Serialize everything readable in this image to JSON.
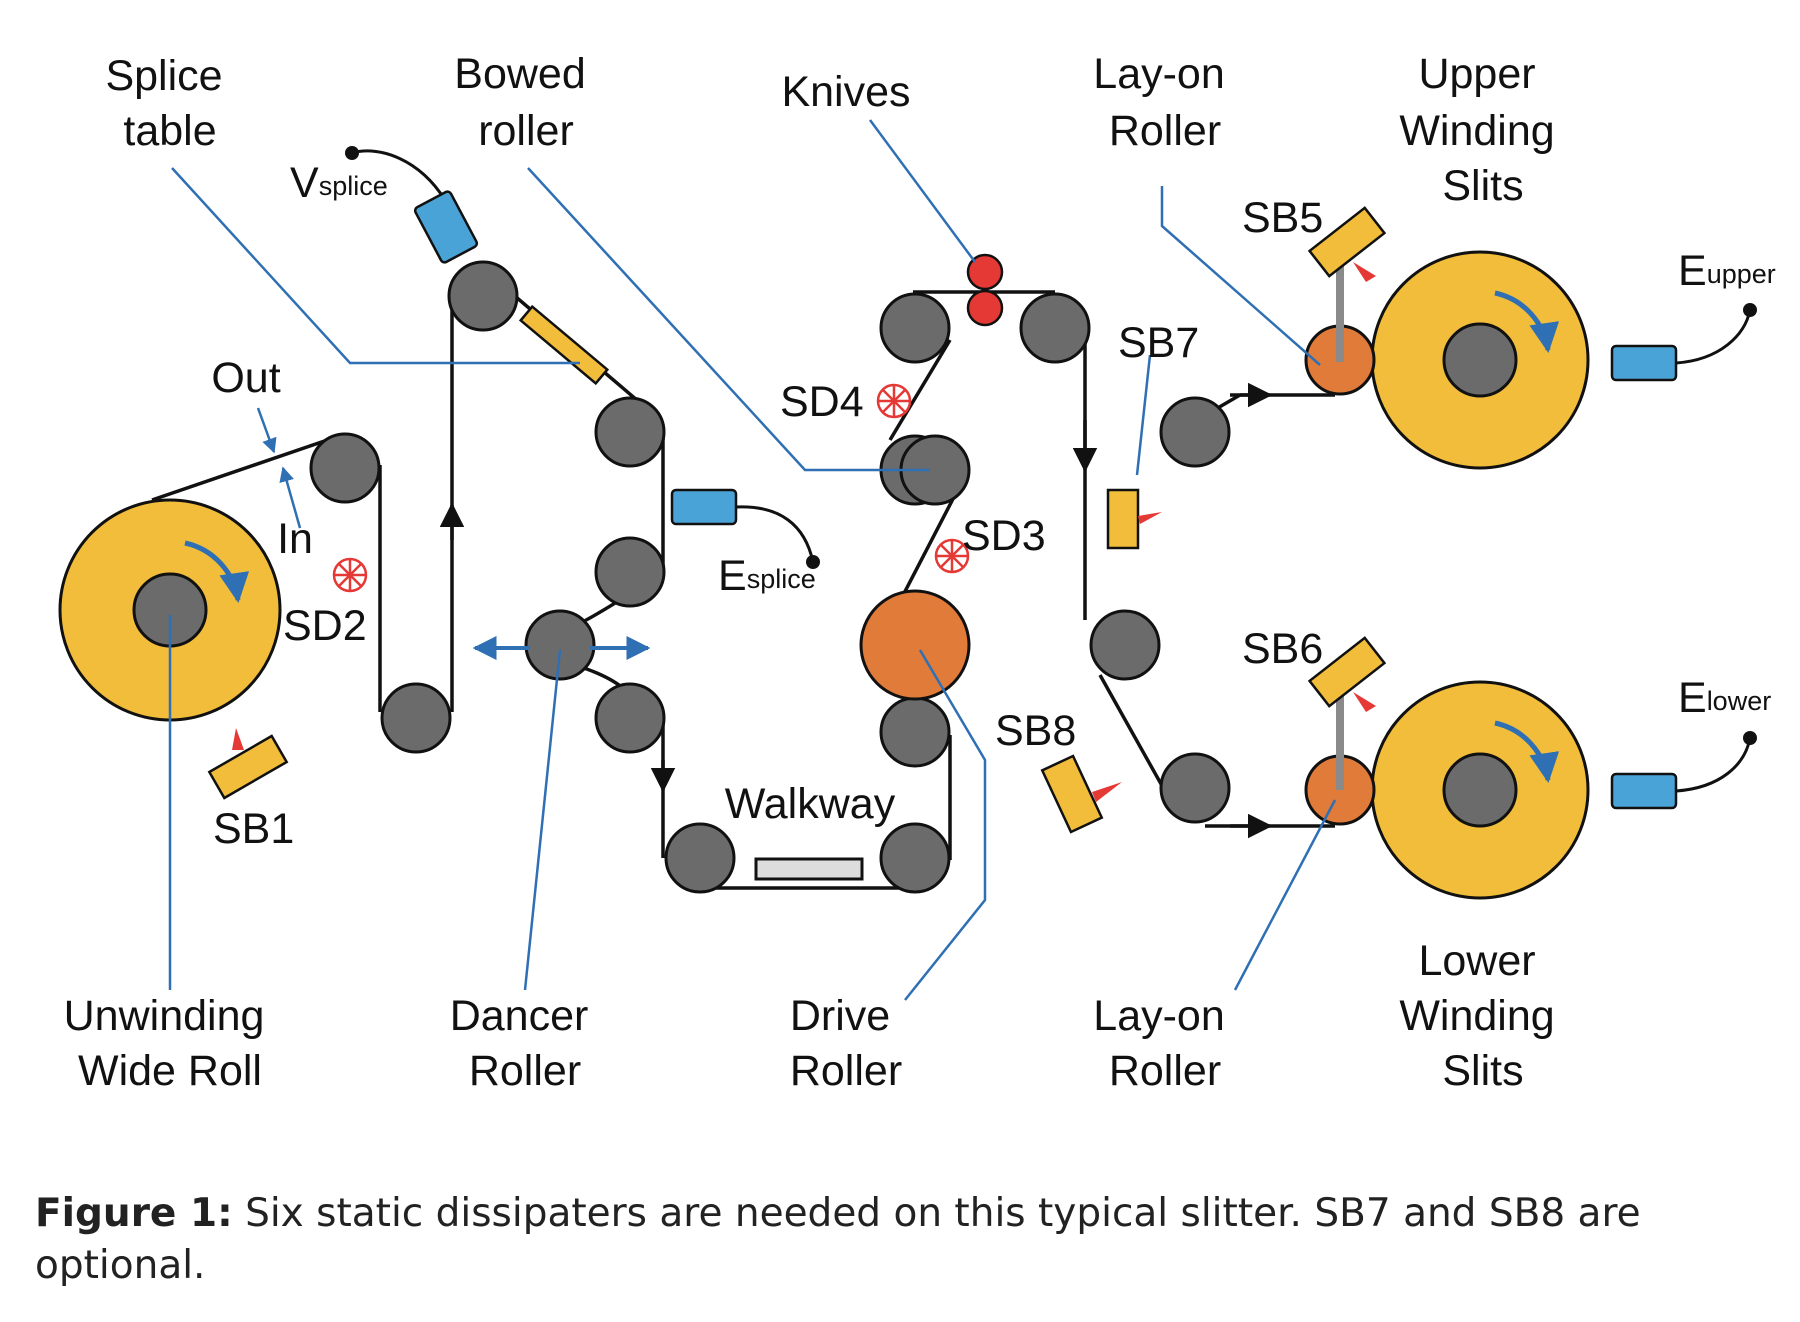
{
  "labels": {
    "splice_table": [
      "Splice",
      "table"
    ],
    "bowed_roller": [
      "Bowed",
      "roller"
    ],
    "knives": "Knives",
    "lay_on_upper": [
      "Lay-on",
      "Roller"
    ],
    "upper_winding": [
      "Upper",
      "Winding",
      "Slits"
    ],
    "lower_winding": [
      "Lower",
      "Winding",
      "Slits"
    ],
    "lay_on_lower": [
      "Lay-on",
      "Roller"
    ],
    "unwinding": [
      "Unwinding",
      "Wide Roll"
    ],
    "dancer": [
      "Dancer",
      "Roller"
    ],
    "drive": [
      "Drive",
      "Roller"
    ],
    "walkway": "Walkway",
    "out": "Out",
    "in": "In"
  },
  "sensors": {
    "sd2": "SD2",
    "sd3": "SD3",
    "sd4": "SD4",
    "sb1": "SB1",
    "sb5": "SB5",
    "sb6": "SB6",
    "sb7": "SB7",
    "sb8": "SB8"
  },
  "meters": {
    "v_splice": {
      "main": "V",
      "sub": "splice"
    },
    "e_splice": {
      "main": "E",
      "sub": "splice"
    },
    "e_upper": {
      "main": "E",
      "sub": "upper"
    },
    "e_lower": {
      "main": "E",
      "sub": "lower"
    }
  },
  "caption": {
    "label": "Figure 1:",
    "text": " Six static dissipaters are needed on this typical slitter. SB7 and SB8 are optional."
  },
  "colors": {
    "roller": "#6b6b6b",
    "roll_yellow": "#f1bd3b",
    "drive_orange": "#e07b3a",
    "sensor_blue": "#4aa3d6",
    "leader_blue": "#2f6fb3",
    "dissipater_red": "#e53935"
  }
}
